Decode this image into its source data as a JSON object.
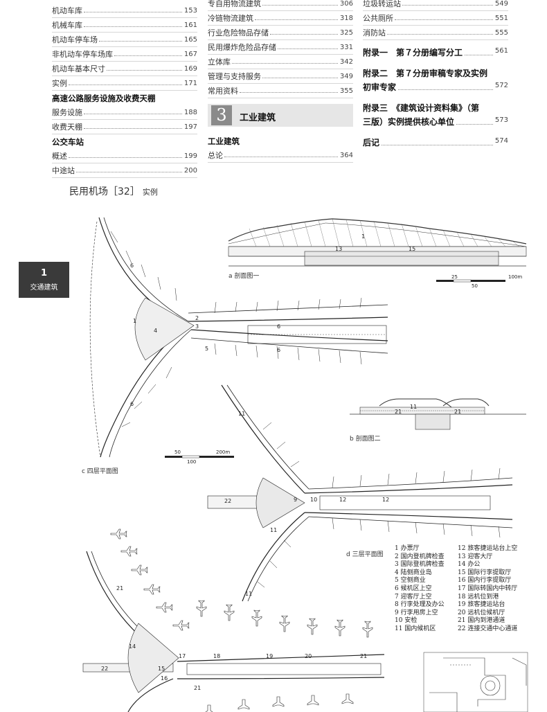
{
  "toc": {
    "col1": [
      {
        "kind": "row",
        "label": "机动车库",
        "page": "153"
      },
      {
        "kind": "row",
        "label": "机械车库",
        "page": "161"
      },
      {
        "kind": "row",
        "label": "机动车停车场",
        "page": "165"
      },
      {
        "kind": "row",
        "label": "非机动车停车场库",
        "page": "167"
      },
      {
        "kind": "row",
        "label": "机动车基本尺寸",
        "page": "169"
      },
      {
        "kind": "row",
        "label": "实例",
        "page": "171"
      },
      {
        "kind": "head",
        "label": "高速公路服务设施及收费天棚"
      },
      {
        "kind": "row",
        "label": "服务设施",
        "page": "188"
      },
      {
        "kind": "row",
        "label": "收费天棚",
        "page": "197"
      },
      {
        "kind": "head",
        "label": "公交车站"
      },
      {
        "kind": "row",
        "label": "概述",
        "page": "199"
      },
      {
        "kind": "row",
        "label": "中途站",
        "page": "200"
      }
    ],
    "col2": [
      {
        "kind": "row",
        "label": "专自用物流建筑",
        "page": "306"
      },
      {
        "kind": "row",
        "label": "冷链物流建筑",
        "page": "318"
      },
      {
        "kind": "row",
        "label": "行业危险物品存储",
        "page": "325"
      },
      {
        "kind": "row",
        "label": "民用爆炸危险品存储",
        "page": "331"
      },
      {
        "kind": "row",
        "label": "立体库",
        "page": "342"
      },
      {
        "kind": "row",
        "label": "管理与支持服务",
        "page": "349"
      },
      {
        "kind": "row",
        "label": "常用资料",
        "page": "355"
      }
    ],
    "chapter3": {
      "number": "3",
      "title": "工业建筑"
    },
    "col2_after": [
      {
        "kind": "head",
        "label": "工业建筑"
      },
      {
        "kind": "row",
        "label": "总论",
        "page": "364"
      }
    ],
    "col3": [
      {
        "kind": "row",
        "label": "垃圾转运站",
        "page": "549"
      },
      {
        "kind": "row",
        "label": "公共厕所",
        "page": "551"
      },
      {
        "kind": "row",
        "label": "消防站",
        "page": "555"
      }
    ],
    "appendices": [
      {
        "line1": "附录一　第７分册编写分工",
        "line2": "",
        "page": "561"
      },
      {
        "line1": "附录二　第７分册审稿专家及实例",
        "line2": "初审专家",
        "page": "572"
      },
      {
        "line1": "附录三　《建筑设计资料集》（第",
        "line2": "三版）实例提供核心单位",
        "page": "573"
      },
      {
        "line1": "后记",
        "line2": "",
        "page": "574"
      }
    ]
  },
  "header": {
    "title": "民用机场",
    "bracket": "［32］",
    "subtitle": "实例"
  },
  "side_tab": {
    "number": "1",
    "label": "交通建筑"
  },
  "captions": {
    "section1": "a 剖面图一",
    "section2": "b 剖面图二",
    "plan4": "c 四层平面图",
    "plan3": "d 三层平面图"
  },
  "scales": {
    "section1": [
      "25",
      "50",
      "100m"
    ],
    "plan4": [
      "50",
      "100",
      "200m"
    ]
  },
  "legend_left": [
    "1 办票厅",
    "2 国内登机牌检查",
    "3 国际登机牌检查",
    "4 陆侧商业岛",
    "5 空侧商业",
    "6 候机区上空",
    "7 迎客厅上空",
    "8 行李处理及办公",
    "9 行李用房上空",
    "10 安检",
    "11 国内候机区"
  ],
  "legend_right": [
    "12 旅客捷运站台上空",
    "13 迎客大厅",
    "14 办公",
    "15 国际行李提取厅",
    "16 国内行李提取厅",
    "17 国际转国内中转厅",
    "18 远机位到港",
    "19 旅客捷运站台",
    "20 远机位候机厅",
    "21 国内到港通道",
    "22 连接交通中心通道"
  ],
  "plan_labels": {
    "s1": [
      "1",
      "13",
      "15"
    ],
    "s2": [
      "11",
      "21",
      "21"
    ],
    "c": [
      "6",
      "6",
      "6",
      "6",
      "1",
      "2",
      "3",
      "4",
      "5"
    ],
    "d": [
      "11",
      "11",
      "11",
      "9",
      "10",
      "12",
      "12",
      "22"
    ],
    "e": [
      "21",
      "14",
      "15",
      "16",
      "17",
      "18",
      "19",
      "20",
      "21",
      "22",
      "21"
    ]
  }
}
